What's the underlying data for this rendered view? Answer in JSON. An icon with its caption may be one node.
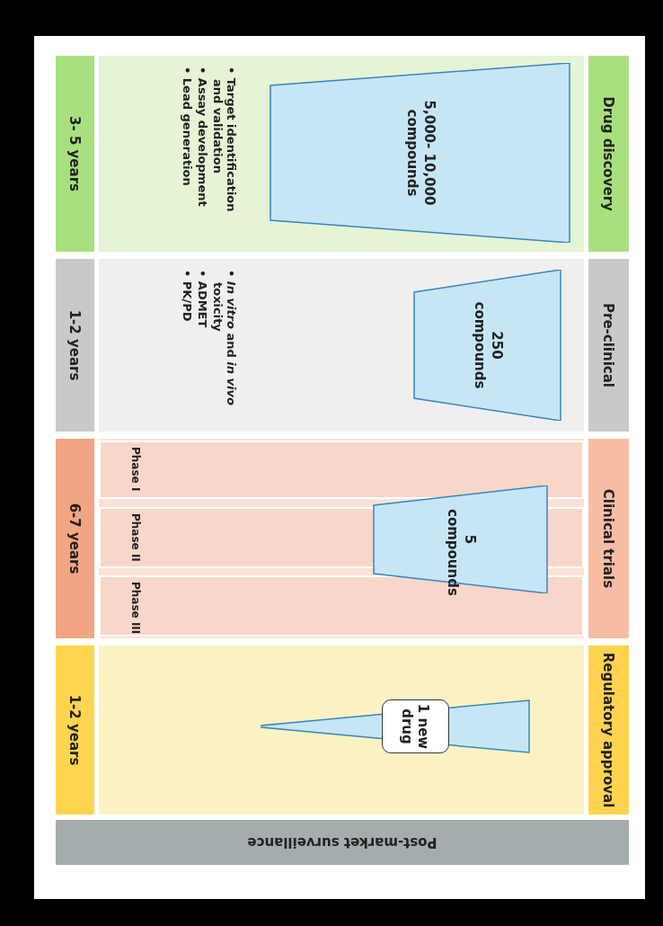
{
  "diagram": {
    "nodes": [
      {
        "text": [
          "Drug discovery"
        ]
      },
      {
        "text": [
          "Pre-clinical"
        ]
      },
      {
        "text": [
          "Clinical trials"
        ]
      },
      {
        "text": [
          "Regulatory approval"
        ]
      },
      {
        "text": [
          "• Target identification and validation",
          "• Assay development",
          "• Lead generation"
        ]
      },
      {
        "text": [
          "5,000- 10,000 compounds"
        ],
        "in": 4
      },
      {
        "text": [
          "• *In vitro* and *in vivo* toxicity",
          "• ADMET",
          "• PK/PD"
        ]
      },
      {
        "text": [
          "250 compounds"
        ],
        "in": 6
      },
      {
        "text": [],
        "shape": "box"
      },
      {
        "text": [
          "Phase I"
        ],
        "in": 8
      },
      {
        "text": [
          "Phase II"
        ],
        "in": 8
      },
      {
        "text": [
          "Phase III"
        ],
        "in": 8
      },
      {
        "text": [
          "5 compounds"
        ],
        "in": 8
      },
      {
        "text": [],
        "shape": "box"
      },
      {
        "text": [
          "1 new drug"
        ],
        "in": 13
      },
      {
        "text": [
          "3- 5 years"
        ]
      },
      {
        "text": [
          "1-2 years"
        ]
      },
      {
        "text": [
          "6-7 years"
        ]
      },
      {
        "text": [
          "1-2 years"
        ]
      },
      {
        "text": [
          "Post-market surveillance"
        ]
      }
    ],
    "edges": []
  }
}
